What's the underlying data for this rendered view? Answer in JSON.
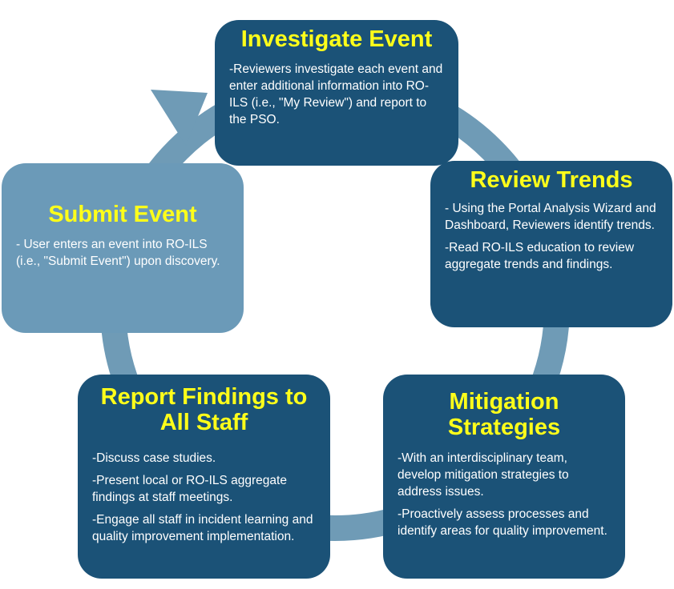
{
  "colors": {
    "dark_box": "#1b5277",
    "light_box": "#6b9ab8",
    "ring": "#6f9bb6",
    "title": "#ffff1a",
    "body_text": "#ffffff"
  },
  "steps": [
    {
      "title": "Investigate Event",
      "items": [
        "-Reviewers investigate each event and enter additional information into RO-ILS (i.e., \"My Review\") and report to the PSO."
      ]
    },
    {
      "title": "Review Trends",
      "items": [
        "- Using the Portal Analysis Wizard and Dashboard, Reviewers identify trends.",
        "-Read RO-ILS education to review aggregate trends and findings."
      ]
    },
    {
      "title": "Mitigation Strategies",
      "items": [
        "-With an interdisciplinary team, develop mitigation strategies to address issues.",
        "-Proactively assess processes and identify areas for quality improvement."
      ]
    },
    {
      "title": "Report Findings to All Staff",
      "items": [
        "-Discuss case studies.",
        "-Present local or RO-ILS aggregate findings at staff meetings.",
        "-Engage all staff in incident learning and quality improvement implementation."
      ]
    },
    {
      "title": "Submit Event",
      "items": [
        "- User enters an event into RO-ILS (i.e., \"Submit Event\") upon discovery."
      ]
    }
  ]
}
